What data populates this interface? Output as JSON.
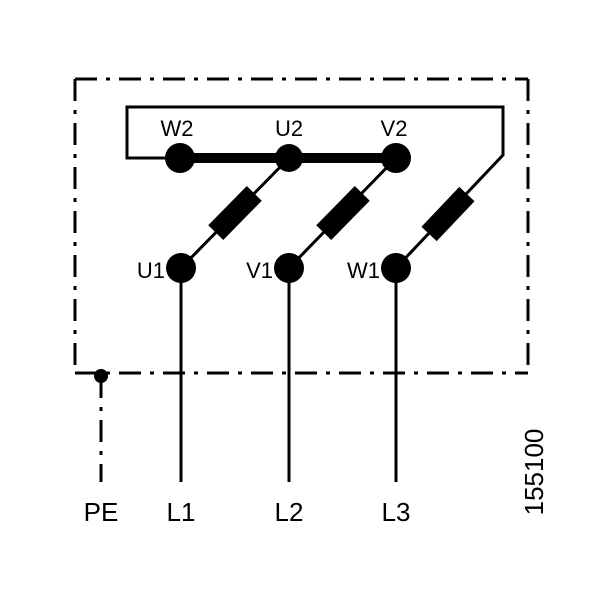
{
  "terminals": {
    "w2": "W2",
    "u2": "U2",
    "v2": "V2",
    "u1": "U1",
    "v1": "V1",
    "w1": "W1"
  },
  "lines": {
    "pe": "PE",
    "l1": "L1",
    "l2": "L2",
    "l3": "L3"
  },
  "drawing_number": "155100",
  "colors": {
    "ink": "#000000",
    "background": "#ffffff"
  }
}
